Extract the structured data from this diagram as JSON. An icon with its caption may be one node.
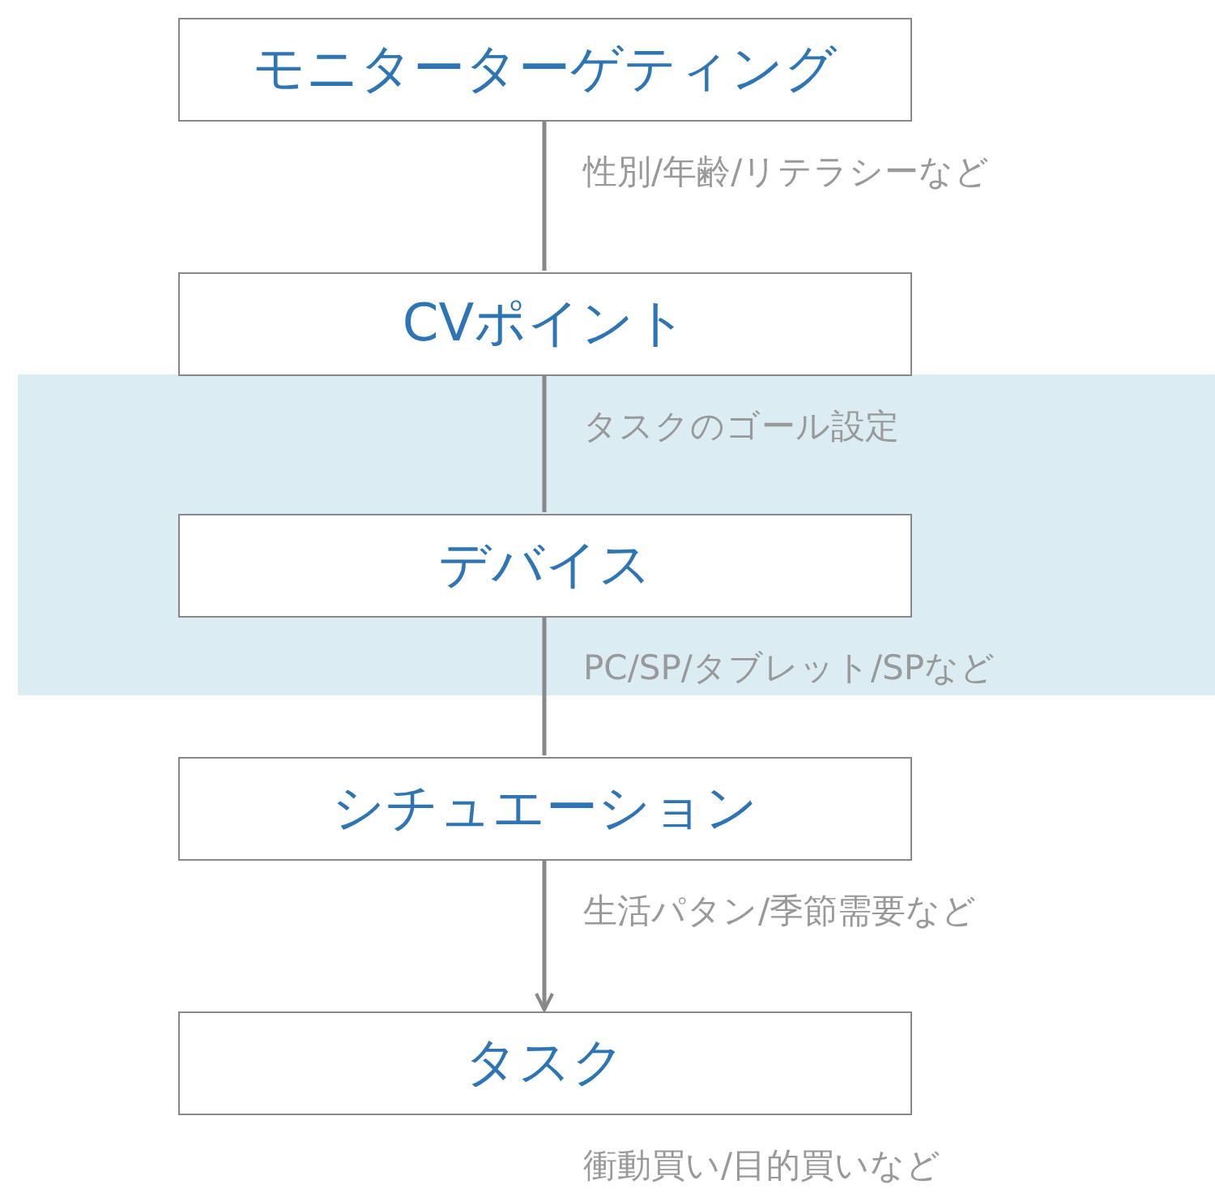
{
  "diagram": {
    "nodes": [
      {
        "text": [
          "モニターターゲティング"
        ],
        "beside": [
          "性別/年齢/リテラシーなど"
        ]
      },
      {
        "text": [
          "CVポイント"
        ],
        "beside": [
          "タスクのゴール設定"
        ]
      },
      {
        "text": [
          "デバイス"
        ],
        "beside": [
          "PC/SP/タブレット/SPなど"
        ]
      },
      {
        "text": [
          "シチュエーション"
        ],
        "beside": [
          "生活パタン/季節需要など"
        ]
      },
      {
        "text": [
          "タスク"
        ],
        "beside": [
          "衝動買い/目的買いなど"
        ]
      }
    ],
    "edges": [
      {
        "from": 0,
        "to": 1,
        "arrow": "none"
      },
      {
        "from": 1,
        "to": 2,
        "arrow": "none"
      },
      {
        "from": 2,
        "to": 3,
        "arrow": "none"
      },
      {
        "from": 3,
        "to": 4,
        "arrow": "to"
      }
    ]
  }
}
